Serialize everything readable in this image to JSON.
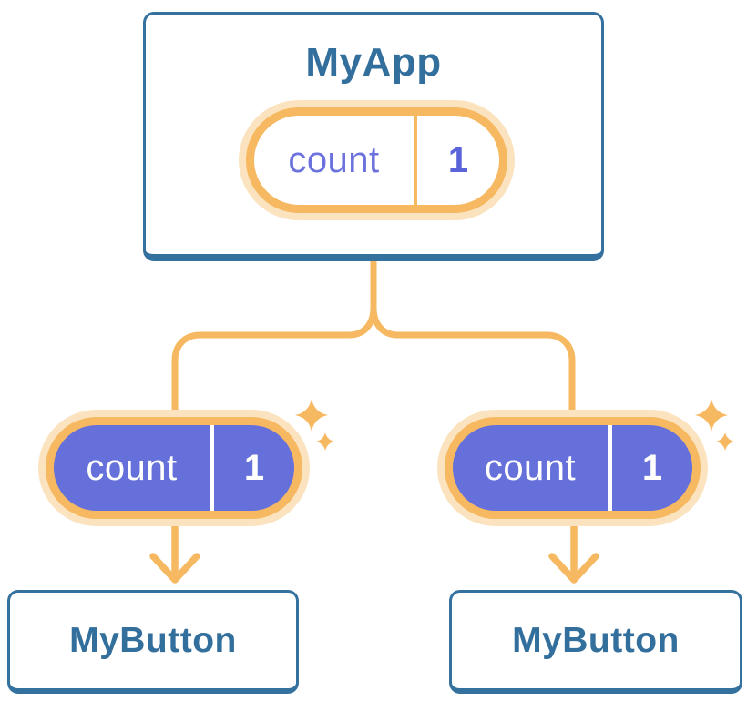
{
  "root_card": {
    "title": "MyApp",
    "pill": {
      "label": "count",
      "value": "1"
    }
  },
  "child_cards": [
    {
      "title": "MyButton"
    },
    {
      "title": "MyButton"
    }
  ],
  "child_pills": [
    {
      "label": "count",
      "value": "1"
    },
    {
      "label": "count",
      "value": "1"
    }
  ],
  "colors": {
    "card_border_blue": "#35719E",
    "title_text_blue": "#336F9C",
    "orange_line": "#F6B860",
    "orange_halo": "#FBE3BF",
    "purple_fill": "#6570DB",
    "purple_text": "#6B72DD",
    "pill_text_on_purple": "#FFFFFF",
    "background": "#FFFFFF"
  }
}
